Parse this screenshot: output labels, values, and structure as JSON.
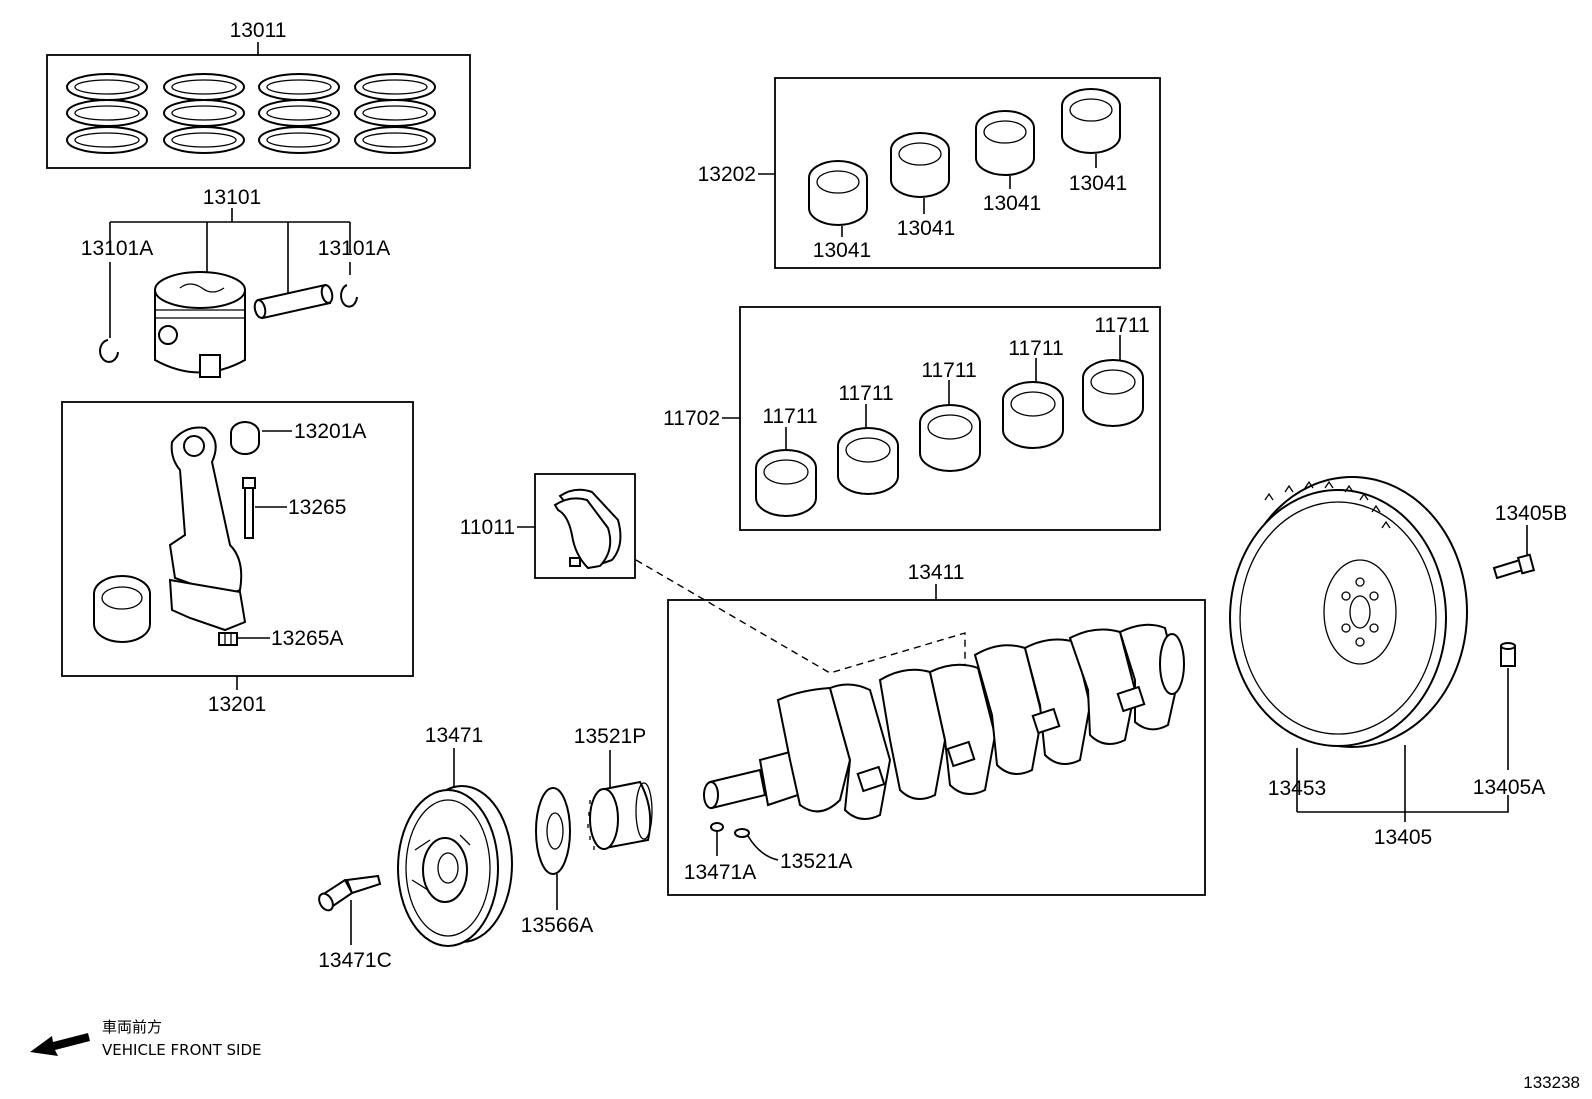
{
  "labels": {
    "piston_ring_set": "13011",
    "piston_sub_assy": "13101",
    "snap_ring_left": "13101A",
    "snap_ring_right": "13101A",
    "bushing": "13201A",
    "rod_bolt": "13265",
    "rod_nut": "13265A",
    "connecting_rod": "13201",
    "rod_bearing_set": "13202",
    "rod_bearing_1": "13041",
    "rod_bearing_2": "13041",
    "rod_bearing_3": "13041",
    "rod_bearing_4": "13041",
    "main_bearing_set": "11702",
    "main_bearing_1": "11711",
    "main_bearing_2": "11711",
    "main_bearing_3": "11711",
    "main_bearing_4": "11711",
    "main_bearing_5": "11711",
    "thrust_washer": "11011",
    "crankshaft": "13411",
    "pulley": "13471",
    "pulley_bolt": "13471C",
    "timing_gear": "13521P",
    "gear_disc": "13566A",
    "key_1": "13471A",
    "key_2": "13521A",
    "drive_plate": "13405",
    "ring_gear": "13453",
    "plate_bolt": "13405B",
    "plate_pin": "13405A"
  },
  "footer": {
    "direction_jp": "車両前方",
    "direction_en": "VEHICLE FRONT SIDE",
    "figure_id": "133238"
  },
  "icons": {
    "direction_arrow": "arrow-left-icon"
  }
}
